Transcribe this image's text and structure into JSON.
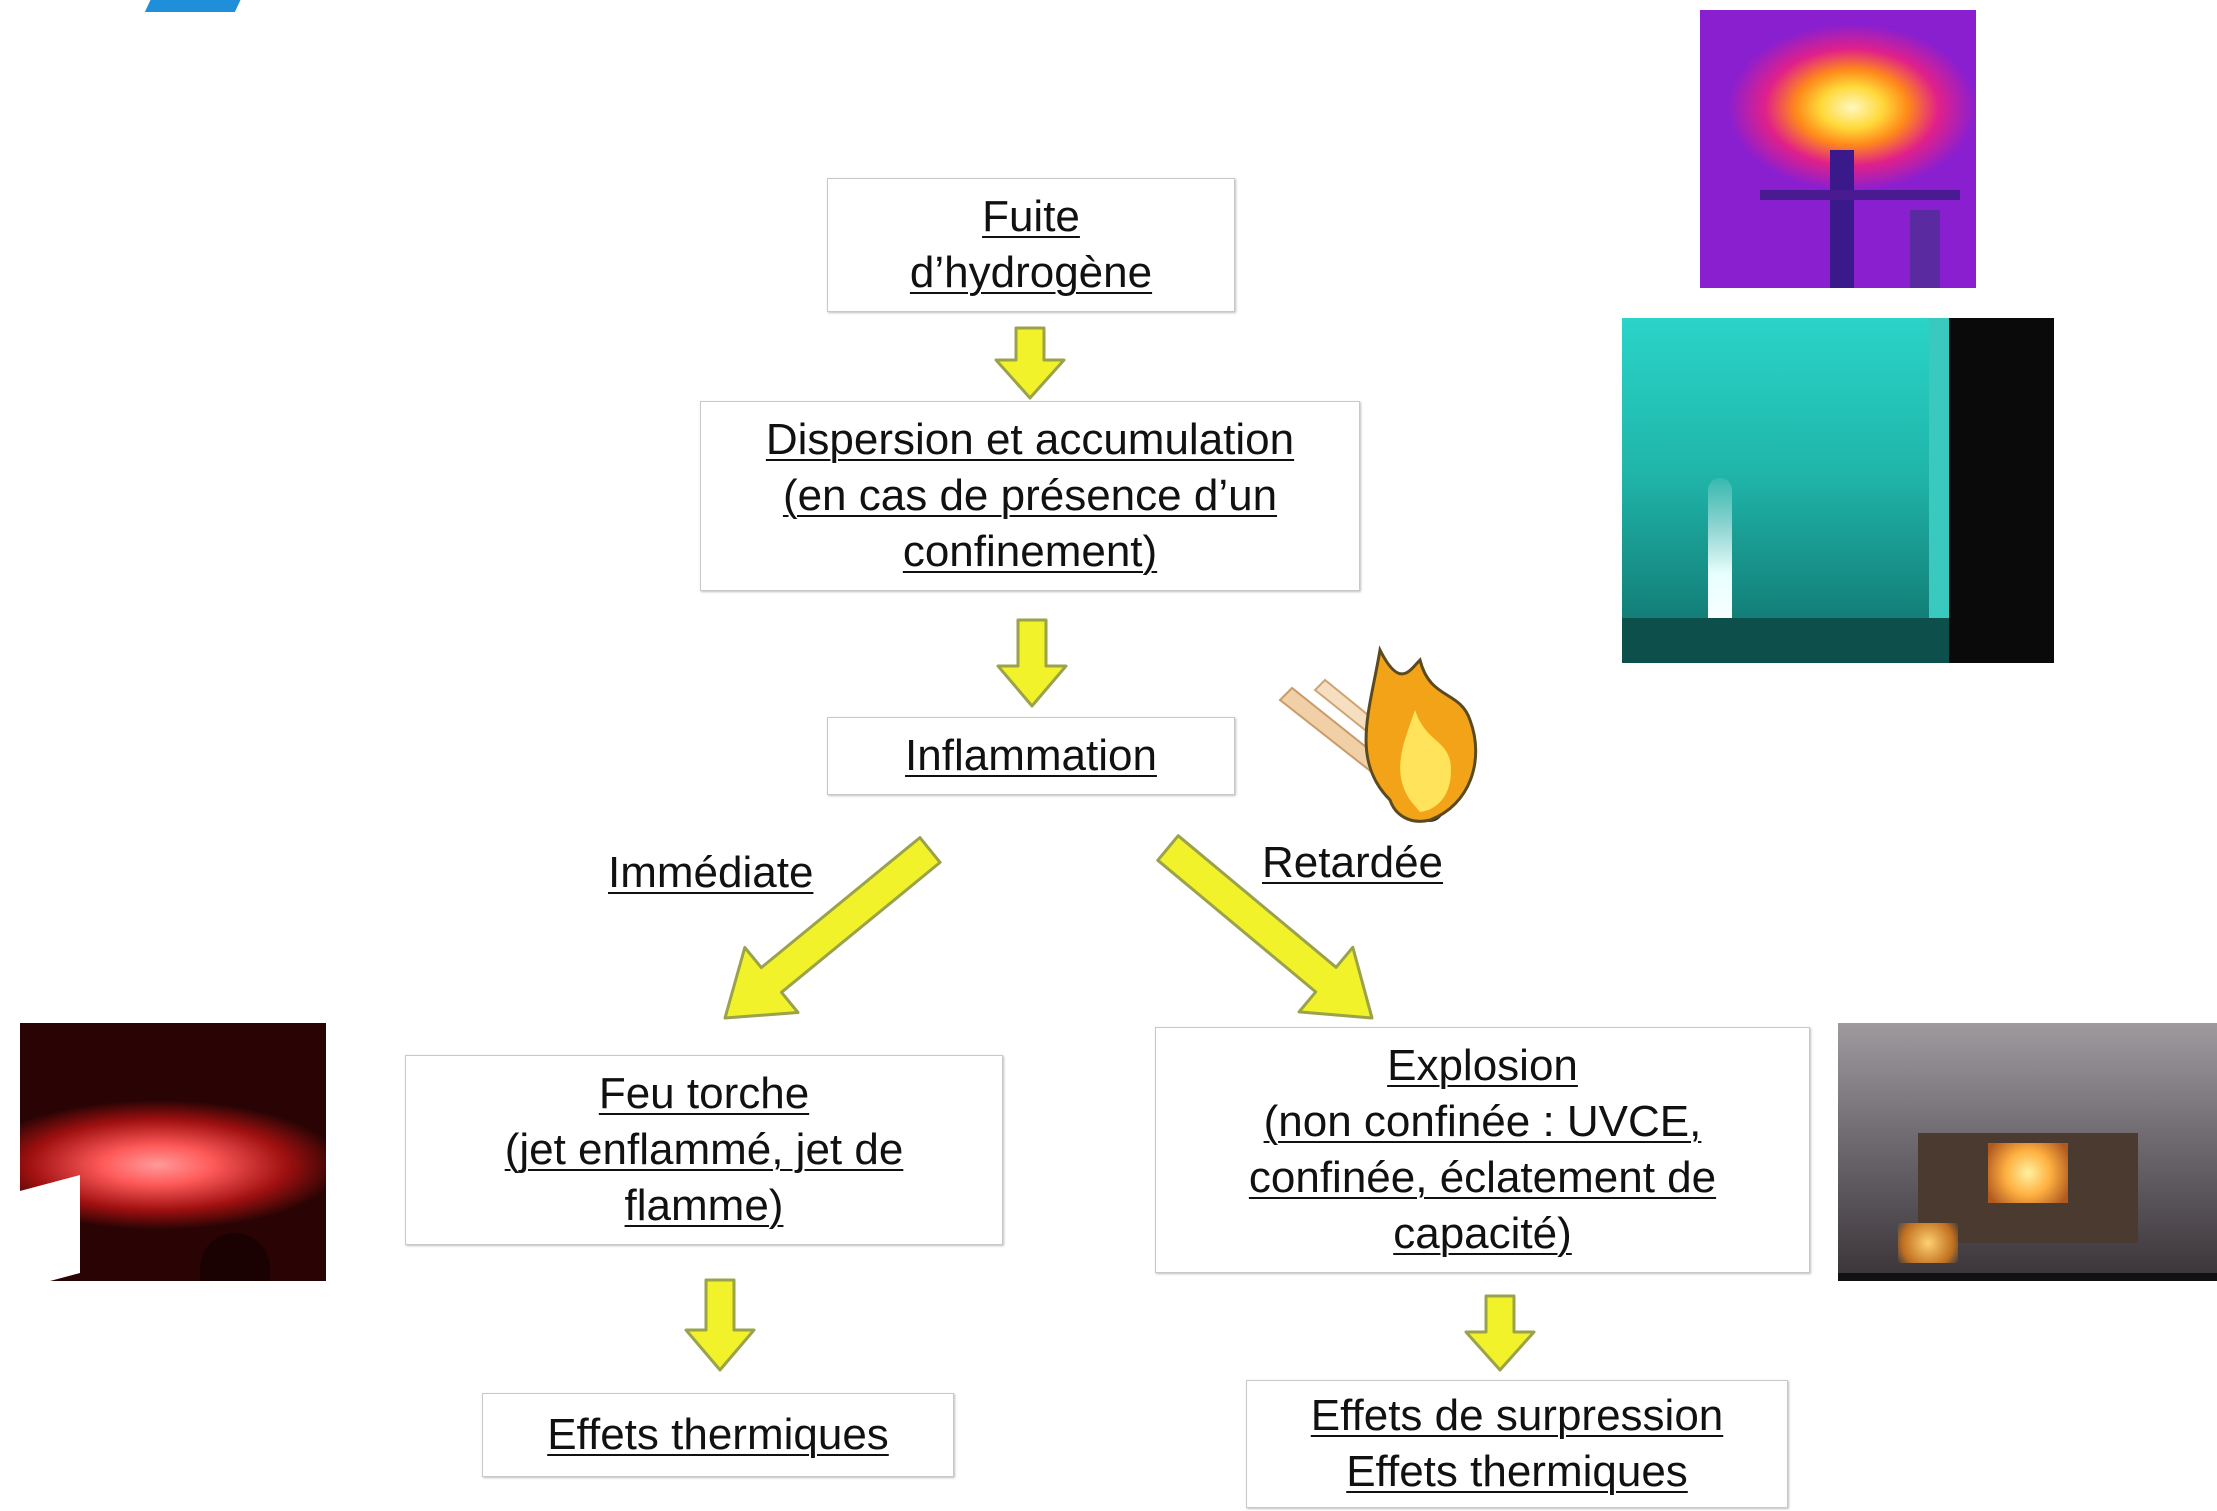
{
  "diagram": {
    "nodes": {
      "leak": {
        "lines": [
          "Fuite",
          "d’hydrogène"
        ]
      },
      "dispersion": {
        "lines": [
          "Dispersion et accumulation",
          "(en cas de présence d’un",
          "confinement)"
        ]
      },
      "ignition": {
        "lines": [
          "Inflammation"
        ]
      },
      "torch_fire": {
        "lines": [
          "Feu torche",
          "(jet enflammé, jet de",
          "flamme)"
        ]
      },
      "explosion": {
        "lines": [
          "Explosion",
          "(non confinée : UVCE,",
          "confinée, éclatement de",
          "capacité)"
        ]
      },
      "thermal_effects": {
        "lines": [
          "Effets thermiques"
        ]
      },
      "overpressure_effects": {
        "lines": [
          "Effets de surpression",
          "Effets thermiques"
        ]
      }
    },
    "edge_labels": {
      "immediate": "Immédiate",
      "delayed": "Retardée"
    },
    "arrow_color": "#f2f22a",
    "arrow_outline": "#9aa24a"
  },
  "images": [
    {
      "name": "thermal-camera-photo",
      "subject": "infrared flame image"
    },
    {
      "name": "hydrogen-jet-photo",
      "subject": "cyan hydrogen jet in chamber"
    },
    {
      "name": "match-flame-icon",
      "subject": "burning match"
    },
    {
      "name": "red-jet-fire-photo",
      "subject": "red glowing jet fire"
    },
    {
      "name": "explosion-night-photo",
      "subject": "explosion at dusk"
    }
  ]
}
